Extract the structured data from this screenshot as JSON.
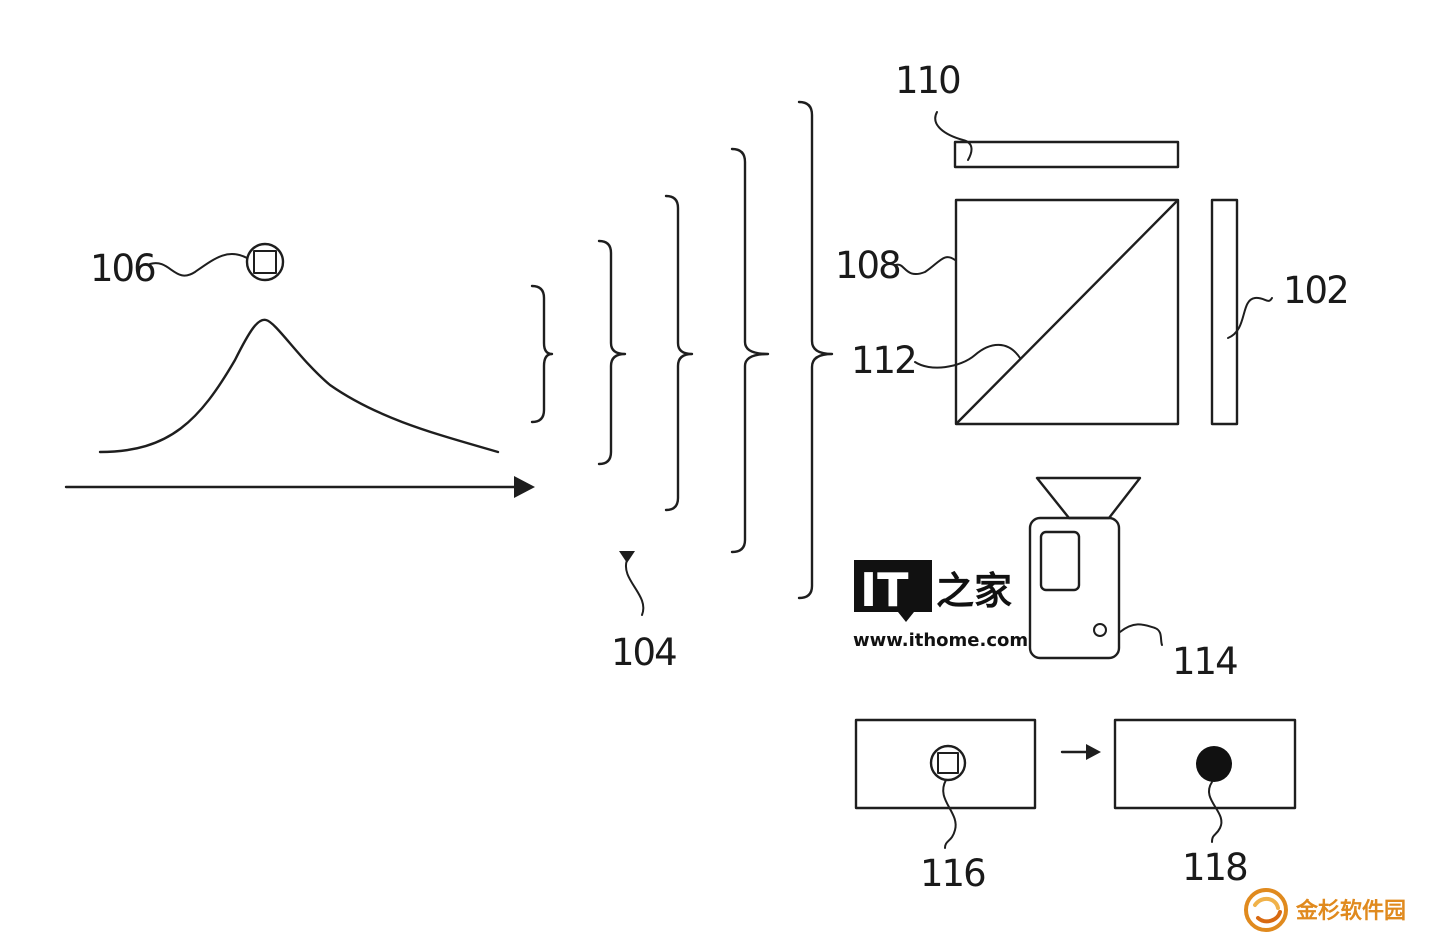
{
  "figure": {
    "labels": {
      "light_source": "102",
      "wavefronts": "104",
      "particle": "106",
      "beam_splitter": "108",
      "plate": "110",
      "diagonal": "112",
      "camera": "114",
      "image_before": "116",
      "image_after": "118"
    }
  },
  "watermarks": {
    "ithome_logo": "IT之家",
    "ithome_url": "www.ithome.com",
    "jinshan": "金杉软件园"
  },
  "colors": {
    "line": "#1e1e1e",
    "watermark_orange": "#e08a1e",
    "logo_black": "#111111"
  }
}
